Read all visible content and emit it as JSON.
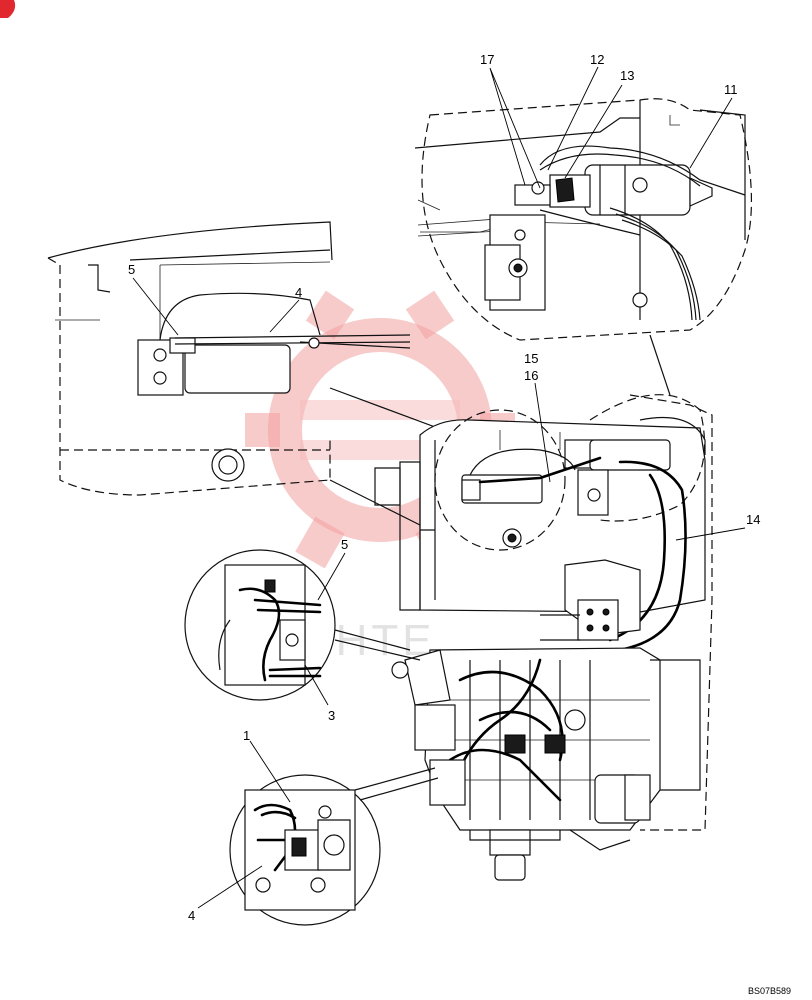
{
  "callouts": {
    "c17": "17",
    "c12": "12",
    "c13": "13",
    "c11": "11",
    "c5a": "5",
    "c4a": "4",
    "c15": "15",
    "c16": "16",
    "c14": "14",
    "c5b": "5",
    "c3": "3",
    "c1": "1",
    "c4b": "4"
  },
  "drawing_code": "BS07B589",
  "watermark_text": "ИНТЕ",
  "colors": {
    "watermark": "#f2a0a0",
    "corner_mark": "#e0282e"
  }
}
